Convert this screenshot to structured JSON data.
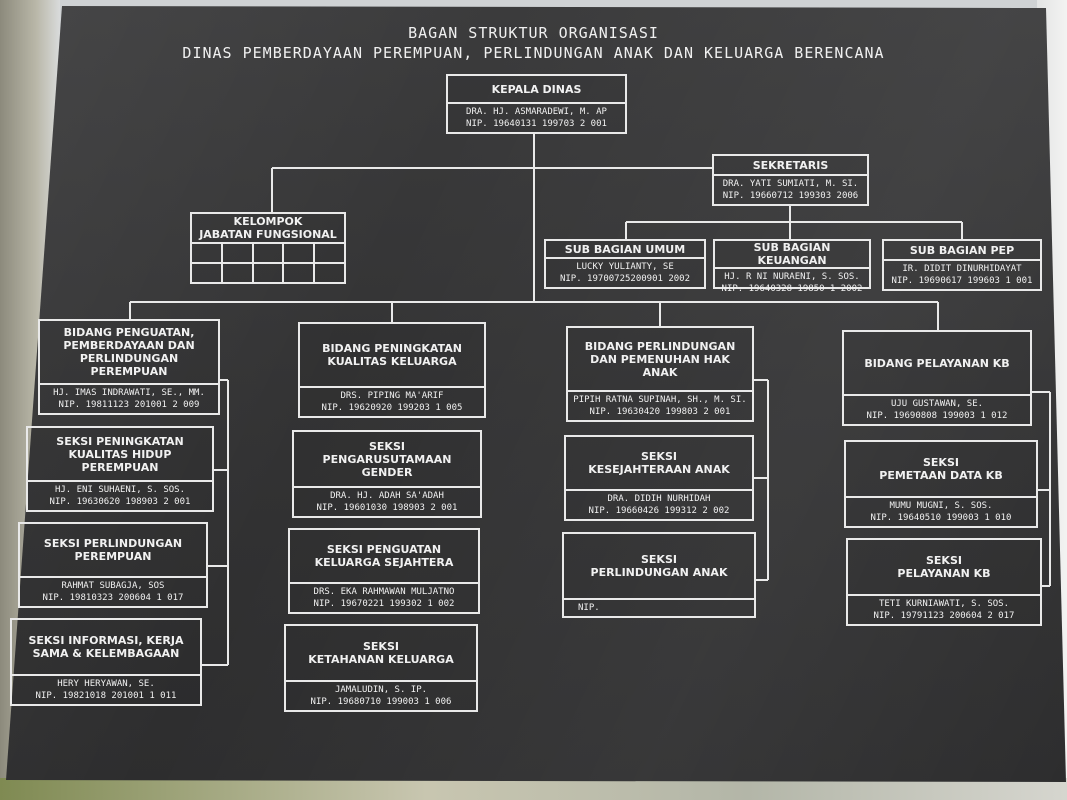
{
  "title": {
    "line1": "BAGAN STRUKTUR ORGANISASI",
    "line2": "DINAS PEMBERDAYAAN PEREMPUAN, PERLINDUNGAN ANAK DAN KELUARGA BERENCANA"
  },
  "kepala": {
    "title": "KEPALA DINAS",
    "name": "DRA. HJ. ASMARADEWI, M. AP",
    "nip": "NIP. 19640131 199703 2 001"
  },
  "sekretaris": {
    "title": "SEKRETARIS",
    "name": "DRA. YATI SUMIATI, M. SI.",
    "nip": "NIP. 19660712 199303 2006"
  },
  "fungsional": {
    "title": "KELOMPOK\nJABATAN FUNGSIONAL"
  },
  "subbagian": [
    {
      "title": "SUB BAGIAN UMUM",
      "name": "LUCKY YULIANTY, SE",
      "nip": "NIP. 19700725200901 2002"
    },
    {
      "title": "SUB BAGIAN KEUANGAN",
      "name": "HJ. R NI NURAENI, S. SOS.",
      "nip": "NIP. 19640328 19850 1 2002"
    },
    {
      "title": "SUB BAGIAN PEP",
      "name": "IR. DIDIT DINURHIDAYAT",
      "nip": "NIP. 19690617 199603 1 001"
    }
  ],
  "bidang": [
    {
      "title": "BIDANG PENGUATAN,\nPEMBERDAYAAN DAN\nPERLINDUNGAN\nPEREMPUAN",
      "name": "HJ. IMAS INDRAWATI, SE., MM.",
      "nip": "NIP. 19811123 201001 2 009",
      "seksi": [
        {
          "title": "SEKSI PENINGKATAN\nKUALITAS HIDUP\nPEREMPUAN",
          "name": "HJ. ENI SUHAENI, S. SOS.",
          "nip": "NIP. 19630620 198903 2 001"
        },
        {
          "title": "SEKSI PERLINDUNGAN\nPEREMPUAN",
          "name": "RAHMAT SUBAGJA, SOS",
          "nip": "NIP. 19810323 200604 1 017"
        },
        {
          "title": "SEKSI INFORMASI, KERJA\nSAMA & KELEMBAGAAN",
          "name": "HERY HERYAWAN, SE.",
          "nip": "NIP. 19821018 201001 1 011"
        }
      ]
    },
    {
      "title": "BIDANG PENINGKATAN\nKUALITAS KELUARGA",
      "name": "DRS. PIPING MA'ARIF",
      "nip": "NIP. 19620920 199203 1 005",
      "seksi": [
        {
          "title": "SEKSI\nPENGARUSUTAMAAN\nGENDER",
          "name": "DRA. HJ. ADAH SA'ADAH",
          "nip": "NIP. 19601030 198903 2 001"
        },
        {
          "title": "SEKSI PENGUATAN\nKELUARGA SEJAHTERA",
          "name": "DRS. EKA RAHMAWAN MULJATNO",
          "nip": "NIP. 19670221 199302 1 002"
        },
        {
          "title": "SEKSI\nKETAHANAN KELUARGA",
          "name": "JAMALUDIN, S. IP.",
          "nip": "NIP. 19680710 199003 1 006"
        }
      ]
    },
    {
      "title": "BIDANG PERLINDUNGAN\nDAN PEMENUHAN HAK\nANAK",
      "name": "PIPIH RATNA SUPINAH, SH., M. SI.",
      "nip": "NIP. 19630420 199803 2 001",
      "seksi": [
        {
          "title": "SEKSI\nKESEJAHTERAAN ANAK",
          "name": "DRA. DIDIH NURHIDAH",
          "nip": "NIP. 19660426 199312 2 002"
        },
        {
          "title": "SEKSI\nPERLINDUNGAN ANAK",
          "name": "",
          "nip": "NIP."
        }
      ]
    },
    {
      "title": "BIDANG PELAYANAN KB",
      "name": "UJU GUSTAWAN, SE.",
      "nip": "NIP. 19690808 199003 1 012",
      "seksi": [
        {
          "title": "SEKSI\nPEMETAAN DATA KB",
          "name": "MUMU MUGNI, S. SOS.",
          "nip": "NIP. 19640510 199003 1 010"
        },
        {
          "title": "SEKSI\nPELAYANAN KB",
          "name": "TETI KURNIAWATI, S. SOS.",
          "nip": "NIP. 19791123 200604 2 017"
        }
      ]
    }
  ]
}
